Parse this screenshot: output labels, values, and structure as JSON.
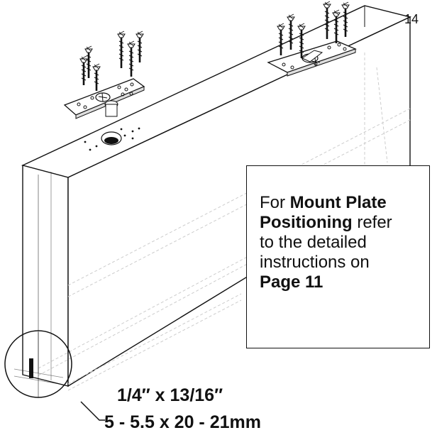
{
  "step": {
    "number": "14"
  },
  "callout": {
    "line1_prefix": "For ",
    "line1_bold": "Mount Plate",
    "line2_bold": "Positioning",
    "line2_suffix": " refer",
    "line3": "to the detailed",
    "line4": "instructions on",
    "line5_bold": "Page 11"
  },
  "dimension": {
    "imperial": "1/4″ x 13/16″",
    "metric": "5 - 5.5 x 20 - 21mm"
  },
  "colors": {
    "line": "#111111",
    "background": "#ffffff"
  }
}
